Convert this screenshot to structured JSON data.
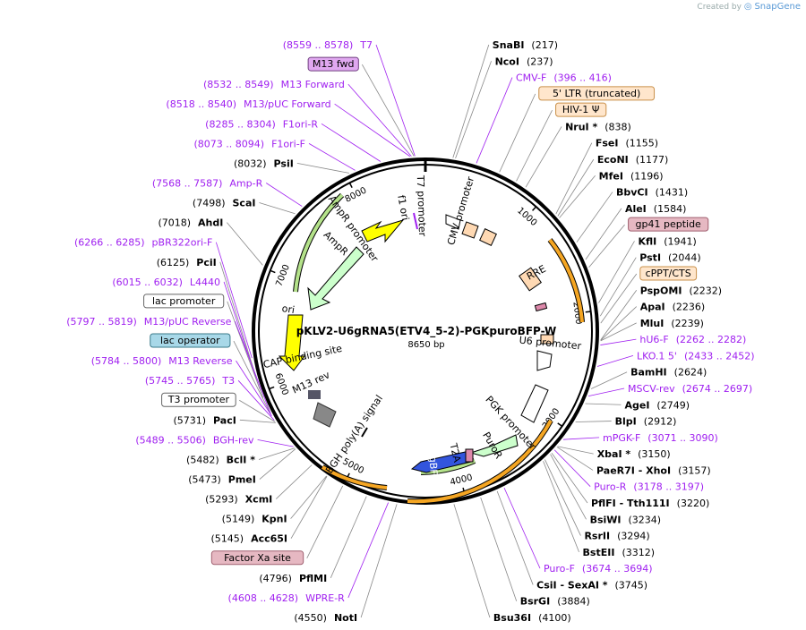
{
  "watermark": {
    "prefix": "Created by",
    "brand": "SnapGene"
  },
  "plasmid": {
    "name": "pKLV2-U6gRNA5(ETV4_5-2)-PGKpuroBFP-W",
    "length_label": "8650 bp",
    "length": 8650
  },
  "colors": {
    "primer": "#a020f0",
    "site": "#000000",
    "feature_fill": "#ffd9b3",
    "orf": "#f5a623",
    "amp": "#ccffcc",
    "ori": "#ffff00",
    "tagbfp": "#3355dd",
    "cap": "#888888"
  },
  "scale_ticks": [
    {
      "pos": 1000,
      "label": "1000"
    },
    {
      "pos": 2000,
      "label": "2000"
    },
    {
      "pos": 3000,
      "label": "3000"
    },
    {
      "pos": 4000,
      "label": "4000"
    },
    {
      "pos": 5000,
      "label": "5000"
    },
    {
      "pos": 6000,
      "label": "6000"
    },
    {
      "pos": 7000,
      "label": "7000"
    },
    {
      "pos": 8000,
      "label": "8000"
    }
  ],
  "inner_labels": [
    {
      "text": "f1 ori",
      "pos": 8400
    },
    {
      "text": "T7 promoter",
      "pos": 8600
    },
    {
      "text": "CMV promoter",
      "pos": 400
    },
    {
      "text": "RRE",
      "pos": 1500
    },
    {
      "text": "U6 promoter",
      "pos": 2300
    },
    {
      "text": "PGK promoter",
      "pos": 3300
    },
    {
      "text": "T2A",
      "pos": 4000
    },
    {
      "text": "BGH poly(A) signal",
      "pos": 5150
    },
    {
      "text": "M13 rev",
      "pos": 5900
    },
    {
      "text": "CAP binding site",
      "pos": 6200
    },
    {
      "text": "AmpR promoter",
      "pos": 7800
    },
    {
      "text": "AmpR",
      "pos": 7550
    },
    {
      "text": "PuroR",
      "pos": 3600
    },
    {
      "text": "TagBFP",
      "pos": 4250
    },
    {
      "text": "ori",
      "pos": 6700
    }
  ],
  "labels_right": [
    {
      "name": "SnaBI",
      "coord": "(217)",
      "kind": "site",
      "pos": 217
    },
    {
      "name": "NcoI",
      "coord": "(237)",
      "kind": "site",
      "pos": 237
    },
    {
      "name": "CMV-F",
      "coord": "(396 .. 416)",
      "kind": "primer",
      "pos": 406
    },
    {
      "name": "5' LTR (truncated)",
      "coord": "",
      "kind": "box",
      "pos": 600
    },
    {
      "name": "HIV-1 Ψ",
      "coord": "",
      "kind": "box",
      "pos": 750
    },
    {
      "name": "NruI *",
      "coord": "(838)",
      "kind": "site",
      "pos": 838
    },
    {
      "name": "FseI",
      "coord": "(1155)",
      "kind": "site",
      "pos": 1155
    },
    {
      "name": "EcoNI",
      "coord": "(1177)",
      "kind": "site",
      "pos": 1177
    },
    {
      "name": "MfeI",
      "coord": "(1196)",
      "kind": "site",
      "pos": 1196
    },
    {
      "name": "BbvCI",
      "coord": "(1431)",
      "kind": "site",
      "pos": 1431
    },
    {
      "name": "AleI",
      "coord": "(1584)",
      "kind": "site",
      "pos": 1584
    },
    {
      "name": "gp41 peptide",
      "coord": "",
      "kind": "boxpink",
      "pos": 1650
    },
    {
      "name": "KflI",
      "coord": "(1941)",
      "kind": "site",
      "pos": 1941
    },
    {
      "name": "PstI",
      "coord": "(2044)",
      "kind": "site",
      "pos": 2044
    },
    {
      "name": "cPPT/CTS",
      "coord": "",
      "kind": "box",
      "pos": 2100
    },
    {
      "name": "PspOMI",
      "coord": "(2232)",
      "kind": "site",
      "pos": 2232
    },
    {
      "name": "ApaI",
      "coord": "(2236)",
      "kind": "site",
      "pos": 2236
    },
    {
      "name": "MluI",
      "coord": "(2239)",
      "kind": "site",
      "pos": 2239
    },
    {
      "name": "hU6-F",
      "coord": "(2262 .. 2282)",
      "kind": "primer",
      "pos": 2272
    },
    {
      "name": "LKO.1 5'",
      "coord": "(2433 .. 2452)",
      "kind": "primer",
      "pos": 2442
    },
    {
      "name": "BamHI",
      "coord": "(2624)",
      "kind": "site",
      "pos": 2624
    },
    {
      "name": "MSCV-rev",
      "coord": "(2674 .. 2697)",
      "kind": "primer",
      "pos": 2685
    },
    {
      "name": "AgeI",
      "coord": "(2749)",
      "kind": "site",
      "pos": 2749
    },
    {
      "name": "BlpI",
      "coord": "(2912)",
      "kind": "site",
      "pos": 2912
    },
    {
      "name": "mPGK-F",
      "coord": "(3071 .. 3090)",
      "kind": "primer",
      "pos": 3080
    },
    {
      "name": "XbaI *",
      "coord": "(3150)",
      "kind": "site",
      "pos": 3150
    },
    {
      "name": "PaeR7I - XhoI",
      "coord": "(3157)",
      "kind": "site",
      "pos": 3157
    },
    {
      "name": "Puro-R",
      "coord": "(3178 .. 3197)",
      "kind": "primer",
      "pos": 3187
    },
    {
      "name": "PflFI - Tth111I",
      "coord": "(3220)",
      "kind": "site",
      "pos": 3220
    },
    {
      "name": "BsiWI",
      "coord": "(3234)",
      "kind": "site",
      "pos": 3234
    },
    {
      "name": "RsrII",
      "coord": "(3294)",
      "kind": "site",
      "pos": 3294
    },
    {
      "name": "BstEII",
      "coord": "(3312)",
      "kind": "site",
      "pos": 3312
    },
    {
      "name": "Puro-F",
      "coord": "(3674 .. 3694)",
      "kind": "primer",
      "pos": 3684
    },
    {
      "name": "CsiI - SexAI *",
      "coord": "(3745)",
      "kind": "site",
      "pos": 3745
    },
    {
      "name": "BsrGI",
      "coord": "(3884)",
      "kind": "site",
      "pos": 3884
    },
    {
      "name": "Bsu36I",
      "coord": "(4100)",
      "kind": "site",
      "pos": 4100
    }
  ],
  "labels_left": [
    {
      "name": "T7",
      "coord": "(8559 .. 8578)",
      "kind": "primer",
      "pos": 8568
    },
    {
      "name": "M13 fwd",
      "coord": "",
      "kind": "boxpurple",
      "pos": 8560
    },
    {
      "name": "M13 Forward",
      "coord": "(8532 .. 8549)",
      "kind": "primer",
      "pos": 8540
    },
    {
      "name": "M13/pUC Forward",
      "coord": "(8518 .. 8540)",
      "kind": "primer",
      "pos": 8529
    },
    {
      "name": "F1ori-R",
      "coord": "(8285 .. 8304)",
      "kind": "primer",
      "pos": 8294
    },
    {
      "name": "F1ori-F",
      "coord": "(8073 .. 8094)",
      "kind": "primer",
      "pos": 8083
    },
    {
      "name": "PsiI",
      "coord": "(8032)",
      "kind": "site",
      "pos": 8032
    },
    {
      "name": "Amp-R",
      "coord": "(7568 .. 7587)",
      "kind": "primer",
      "pos": 7577
    },
    {
      "name": "ScaI",
      "coord": "(7498)",
      "kind": "site",
      "pos": 7498
    },
    {
      "name": "AhdI",
      "coord": "(7018)",
      "kind": "site",
      "pos": 7018
    },
    {
      "name": "pBR322ori-F",
      "coord": "(6266 .. 6285)",
      "kind": "primer",
      "pos": 6275
    },
    {
      "name": "PciI",
      "coord": "(6125)",
      "kind": "site",
      "pos": 6125
    },
    {
      "name": "L4440",
      "coord": "(6015 .. 6032)",
      "kind": "primer",
      "pos": 6023
    },
    {
      "name": "lac promoter",
      "coord": "",
      "kind": "boxwhite",
      "pos": 5950
    },
    {
      "name": "M13/pUC Reverse",
      "coord": "(5797 .. 5819)",
      "kind": "primer",
      "pos": 5808
    },
    {
      "name": "lac operator",
      "coord": "",
      "kind": "boxblue",
      "pos": 5830
    },
    {
      "name": "M13 Reverse",
      "coord": "(5784 .. 5800)",
      "kind": "primer",
      "pos": 5792
    },
    {
      "name": "T3",
      "coord": "(5745 .. 5765)",
      "kind": "primer",
      "pos": 5755
    },
    {
      "name": "T3 promoter",
      "coord": "",
      "kind": "boxwhite",
      "pos": 5740
    },
    {
      "name": "PacI",
      "coord": "(5731)",
      "kind": "site",
      "pos": 5731
    },
    {
      "name": "BGH-rev",
      "coord": "(5489 .. 5506)",
      "kind": "primer",
      "pos": 5497
    },
    {
      "name": "BclI *",
      "coord": "(5482)",
      "kind": "site",
      "pos": 5482
    },
    {
      "name": "PmeI",
      "coord": "(5473)",
      "kind": "site",
      "pos": 5473
    },
    {
      "name": "XcmI",
      "coord": "(5293)",
      "kind": "site",
      "pos": 5293
    },
    {
      "name": "KpnI",
      "coord": "(5149)",
      "kind": "site",
      "pos": 5149
    },
    {
      "name": "Acc65I",
      "coord": "(5145)",
      "kind": "site",
      "pos": 5145
    },
    {
      "name": "Factor Xa site",
      "coord": "",
      "kind": "boxpink",
      "pos": 5000
    },
    {
      "name": "PflMI",
      "coord": "(4796)",
      "kind": "site",
      "pos": 4796
    },
    {
      "name": "WPRE-R",
      "coord": "(4608 .. 4628)",
      "kind": "primer",
      "pos": 4618
    },
    {
      "name": "NotI",
      "coord": "(4550)",
      "kind": "site",
      "pos": 4550
    }
  ]
}
